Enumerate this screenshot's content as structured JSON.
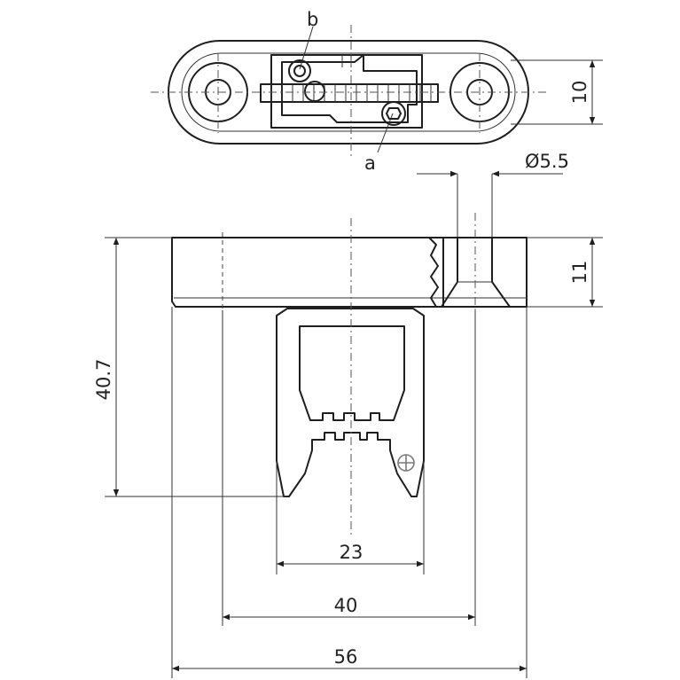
{
  "drawing": {
    "callouts": {
      "a": "a",
      "b": "b"
    },
    "dimensions": {
      "height_top_view": "10",
      "hole_diameter": "Ø5.5",
      "flange_height": "11",
      "overall_height": "40.7",
      "jaw_width": "23",
      "hole_spacing": "40",
      "overall_length": "56"
    },
    "symbols": {
      "adjustment_mark": "⊕"
    },
    "colors": {
      "line": "#1f1f1f",
      "mark": "#7a7a7a"
    }
  }
}
